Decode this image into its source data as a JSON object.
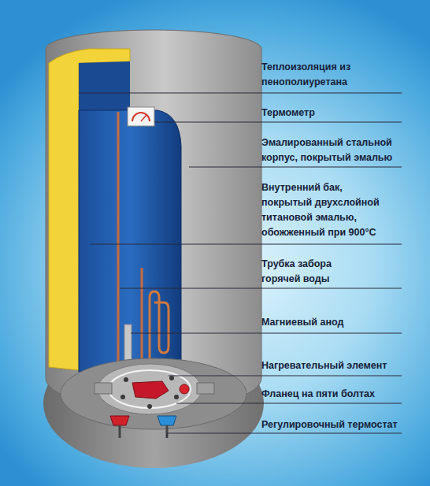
{
  "diagram": {
    "labels": [
      "Теплоизоляция из пенополиуретана",
      "Термометр",
      "Эмалированный стальной корпус, покрытый эмалью",
      "Внутренний бак, покрытый двухслойной титановой эмалью, обожженный при 900°C",
      "Трубка забора горячей воды",
      "Магниевый анод",
      "Нагревательный элемент",
      "Фланец на пяти болтах",
      "Регулировочный термостат"
    ]
  }
}
